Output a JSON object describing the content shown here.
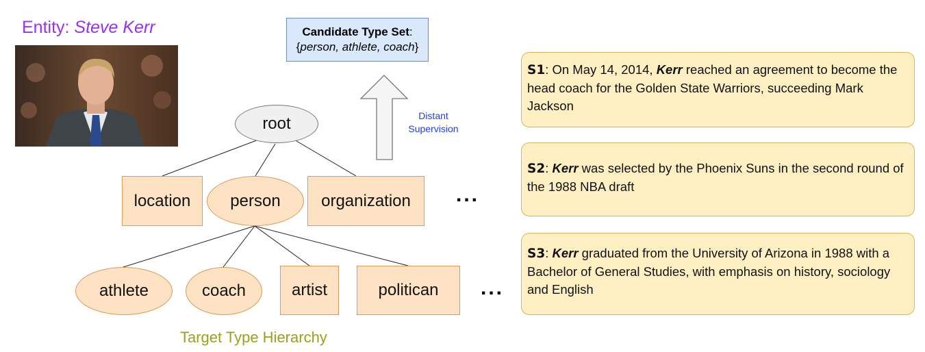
{
  "entity": {
    "prefix": "Entity: ",
    "name": "Steve Kerr"
  },
  "candidate_box": {
    "title": "Candidate Type Set",
    "colon": ":",
    "open": "{",
    "items": "person, athlete, coach",
    "close": "}"
  },
  "distant_supervision": {
    "line1": "Distant",
    "line2": "Supervision"
  },
  "hierarchy": {
    "root": "root",
    "level1": [
      "location",
      "person",
      "organization"
    ],
    "level2": [
      "athlete",
      "coach",
      "artist",
      "politican"
    ],
    "ellipsis": "...",
    "title": "Target Type Hierarchy"
  },
  "sentences": [
    {
      "label": "S1",
      "sep": ":  On May 14, 2014, ",
      "entity": "Kerr",
      "text": " reached an agreement to become the  head coach for the Golden State Warriors, succeeding Mark Jackson"
    },
    {
      "label": "S2",
      "sep": ":  ",
      "entity": "Kerr",
      "text": " was selected by the Phoenix Suns in the second round of  the 1988 NBA draft"
    },
    {
      "label": "S3",
      "sep": ":  ",
      "entity": "Kerr",
      "text": " graduated from the University of Arizona in 1988 with  a Bachelor of General Studies, with emphasis on history, sociology  and English"
    }
  ],
  "colors": {
    "entity_label": "#9b30f0",
    "type_fill": "#fde2c3",
    "type_border": "#d79b5a",
    "candidate_fill": "#dae8fc",
    "sentence_fill": "#fff0c4",
    "sentence_border": "#d6b656",
    "distant_supervision": "#1f3fd8",
    "hierarchy_title": "#9aa21a"
  }
}
